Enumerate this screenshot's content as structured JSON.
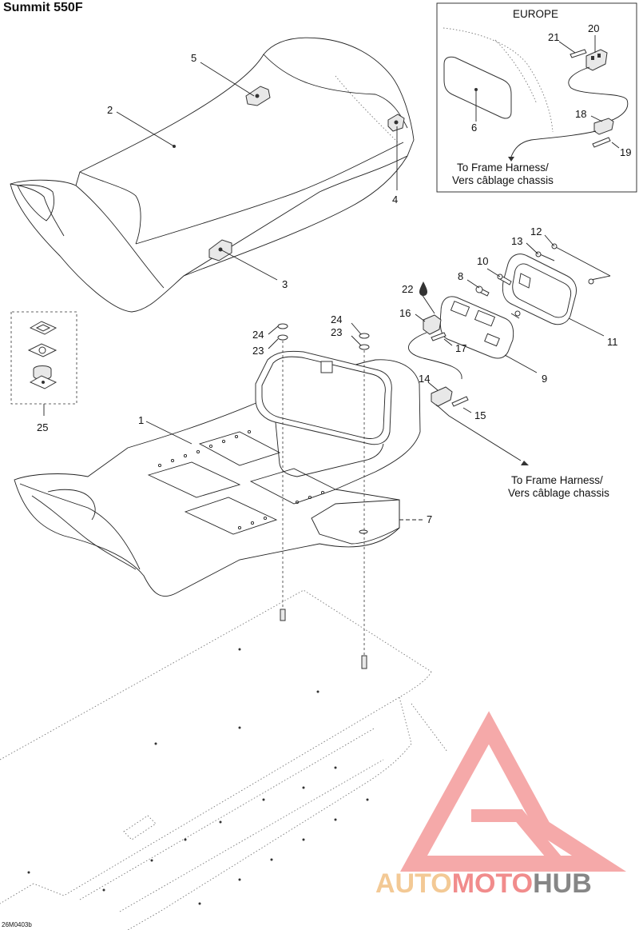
{
  "title": "Summit 550F",
  "drawing_code": "26M0403b",
  "europe_box": {
    "heading": "EUROPE",
    "harness_line1": "To Frame Harness/",
    "harness_line2": "Vers câblage chassis"
  },
  "harness_note": {
    "line1": "To Frame Harness/",
    "line2": "Vers câblage chassis"
  },
  "callouts": {
    "c1": "1",
    "c2": "2",
    "c3": "3",
    "c4": "4",
    "c5": "5",
    "c6": "6",
    "c7": "7",
    "c8": "8",
    "c9": "9",
    "c10": "10",
    "c11": "11",
    "c12": "12",
    "c13": "13",
    "c14": "14",
    "c15": "15",
    "c16": "16",
    "c17": "17",
    "c18": "18",
    "c19": "19",
    "c20": "20",
    "c21": "21",
    "c22": "22",
    "c23a": "23",
    "c23b": "23",
    "c24a": "24",
    "c24b": "24",
    "c25": "25"
  },
  "watermark": {
    "part1": "AUTO",
    "part2": "MOTO",
    "part3": "HUB",
    "colors": {
      "part1": "#F2C48A",
      "part2": "#F08080",
      "part3": "#7A7A7A",
      "logo": "#F4A0A0"
    }
  },
  "icons": {
    "sealant": "droplet-icon"
  }
}
